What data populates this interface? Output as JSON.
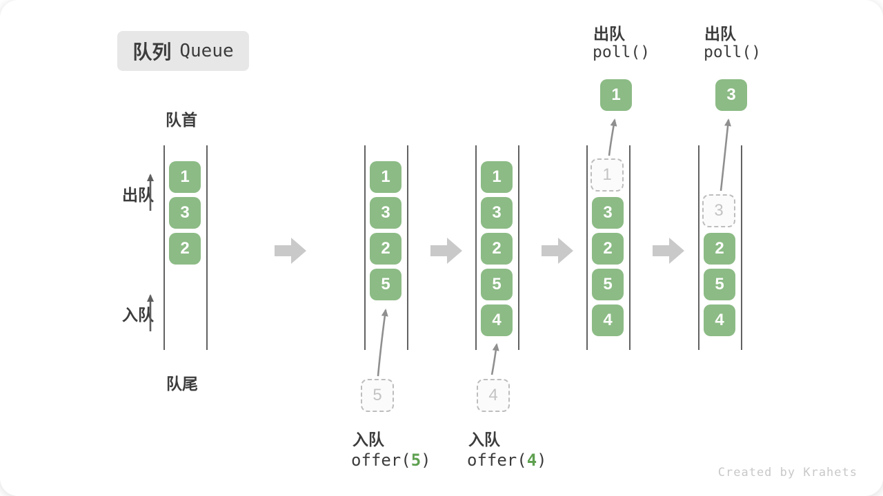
{
  "title": {
    "zh": "队列",
    "en": "Queue"
  },
  "labels": {
    "front": "队首",
    "rear": "队尾",
    "dequeue": "出队",
    "enqueue": "入队"
  },
  "watermark": "Created by Krahets",
  "colors": {
    "item_green": "#8cbb85",
    "code_green": "#5fa050",
    "block_arrow_gray": "#c9c9c9",
    "thin_arrow_gray": "#8f8f8f",
    "direction_arrow_gray": "#5e5e5e",
    "wall_gray": "#616161",
    "badge_bg": "#e7e7e7",
    "ghost_border": "#bdbdbd",
    "text_dark": "#3c3c3c",
    "watermark_gray": "#c8c8c8"
  },
  "columns": [
    {
      "items": [
        "1",
        "3",
        "2"
      ]
    },
    {
      "items": [
        "1",
        "3",
        "2",
        "5"
      ],
      "pending": "5",
      "op_zh": "入队",
      "code_pre": "offer(",
      "code_arg": "5",
      "code_post": ")"
    },
    {
      "items": [
        "1",
        "3",
        "2",
        "5",
        "4"
      ],
      "pending": "4",
      "op_zh": "入队",
      "code_pre": "offer(",
      "code_arg": "4",
      "code_post": ")"
    },
    {
      "items": [
        "3",
        "2",
        "5",
        "4"
      ],
      "ghost": "1",
      "result": "1",
      "op_zh": "出队",
      "op_code": "poll()"
    },
    {
      "items": [
        "2",
        "5",
        "4"
      ],
      "ghost": "3",
      "result": "3",
      "op_zh": "出队",
      "op_code": "poll()"
    }
  ]
}
